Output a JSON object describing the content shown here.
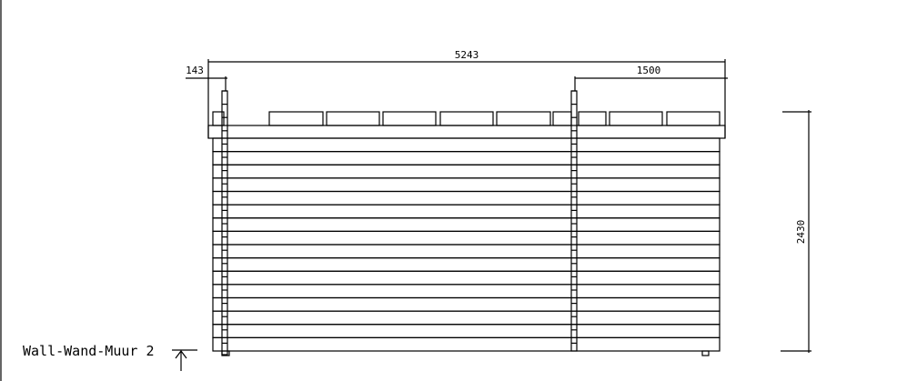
{
  "drawing": {
    "title": "Wall-Wand-Muur 2",
    "dimensions": {
      "total_width": "5243",
      "overhang": "143",
      "right_section": "1500",
      "height": "2430"
    },
    "log_count": 16,
    "colors": {
      "line": "#000000",
      "background": "#ffffff"
    }
  }
}
